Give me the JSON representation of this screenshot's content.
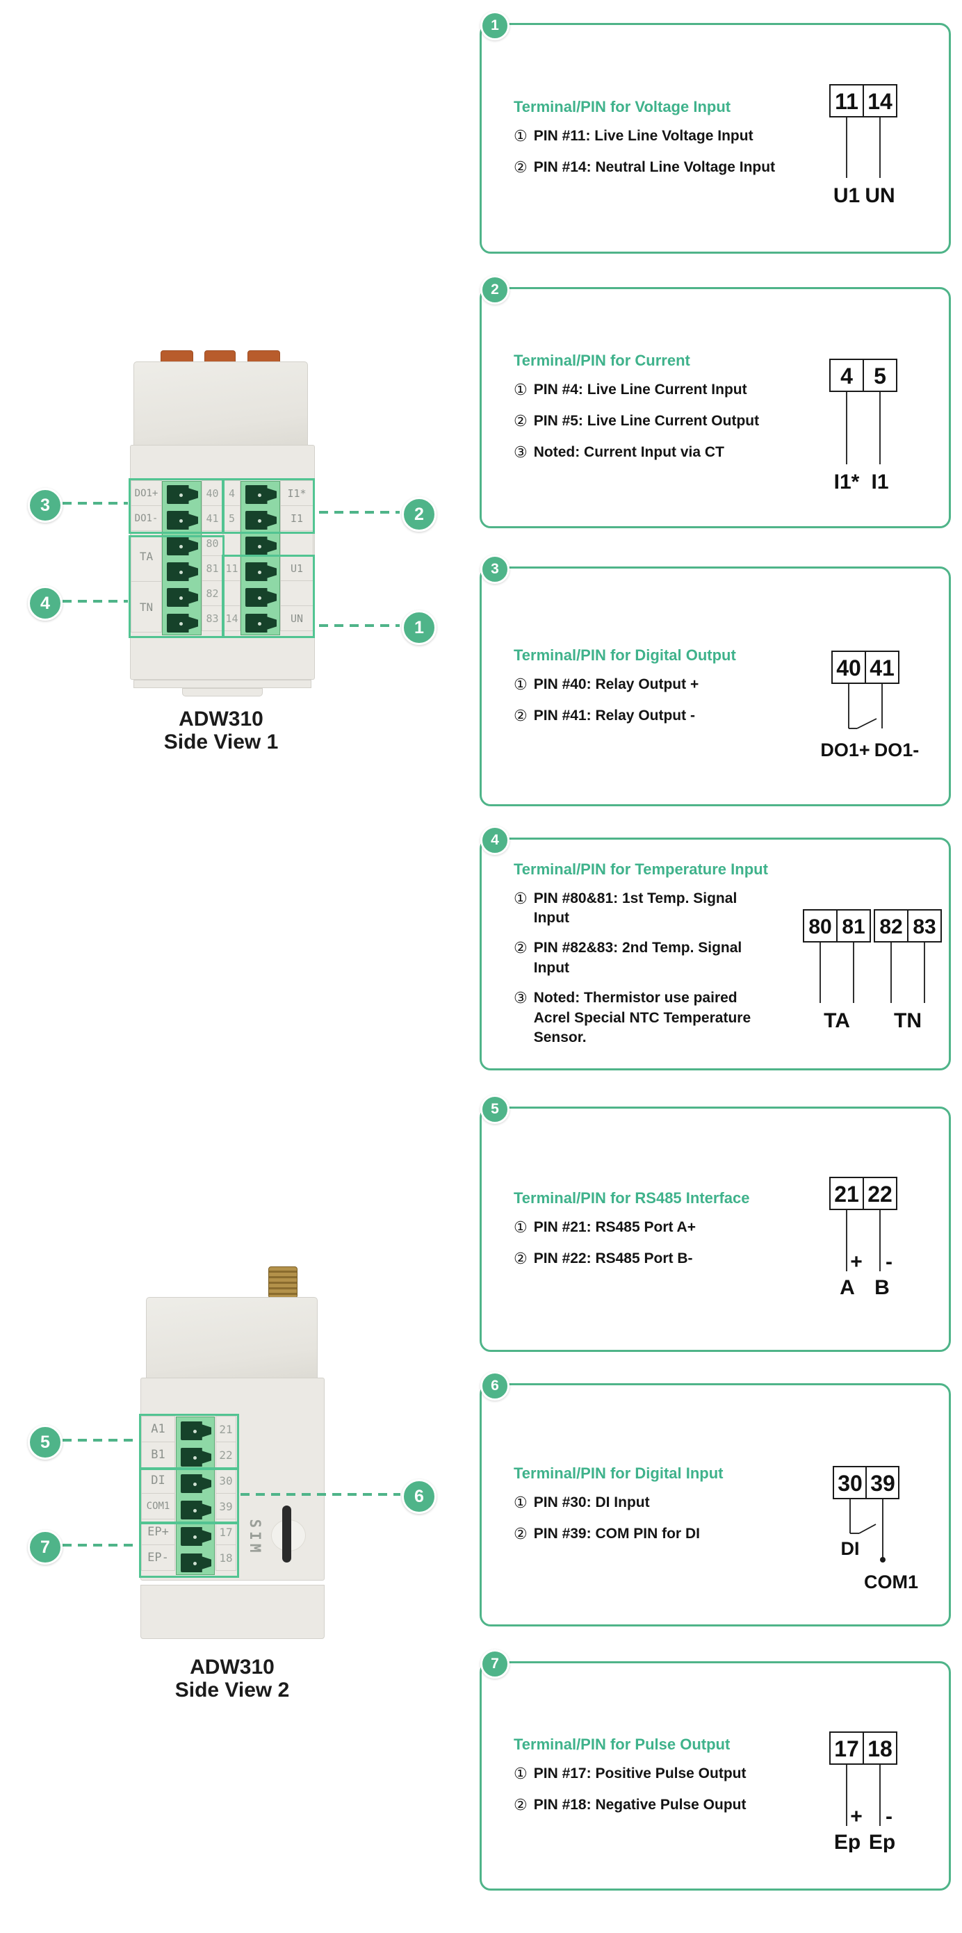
{
  "palette": {
    "accent_green": "#4FB489",
    "title_green": "#3FB28B",
    "highlight_green": "#52C492",
    "strip_green": "#8ED8A6",
    "connector_green": "#16422A",
    "clip_orange": "#B85C2C",
    "antenna_brass": "#A8862F",
    "device_body_gray": "#EBE9E4",
    "panel_text_gray": "#8C918C"
  },
  "devices": {
    "side_view_1": {
      "model": "ADW310",
      "view": "Side View 1",
      "left_labels": [
        "DO1+",
        "DO1-",
        "TA",
        "TN"
      ],
      "left_numbers": [
        "40",
        "41",
        "80",
        "81",
        "82",
        "83"
      ],
      "right_numbers": [
        "4",
        "5",
        "11",
        "14"
      ],
      "right_labels": [
        "I1*",
        "I1",
        "U1",
        "UN"
      ],
      "callouts": [
        "1",
        "2",
        "3",
        "4"
      ]
    },
    "side_view_2": {
      "model": "ADW310",
      "view": "Side View 2",
      "labels": [
        "A1",
        "B1",
        "DI",
        "COM1",
        "EP+",
        "EP-"
      ],
      "numbers": [
        "21",
        "22",
        "30",
        "39",
        "17",
        "18"
      ],
      "sim_label": "SIM",
      "callouts": [
        "5",
        "6",
        "7"
      ]
    }
  },
  "cards": [
    {
      "badge": "1",
      "title": "Terminal/PIN for Voltage Input",
      "items": [
        {
          "marker": "①",
          "text": "PIN #11: Live Line Voltage Input"
        },
        {
          "marker": "②",
          "text": "PIN #14: Neutral Line Voltage Input"
        }
      ],
      "diagram": {
        "type": "two-pin",
        "cells": [
          "11",
          "14"
        ],
        "pin_labels": [
          "U1",
          "UN"
        ]
      }
    },
    {
      "badge": "2",
      "title": "Terminal/PIN for Current",
      "items": [
        {
          "marker": "①",
          "text": "PIN #4: Live Line Current Input"
        },
        {
          "marker": "②",
          "text": "PIN #5: Live Line Current Output"
        },
        {
          "marker": "③",
          "text": "Noted: Current Input via CT"
        }
      ],
      "diagram": {
        "type": "two-pin",
        "cells": [
          "4",
          "5"
        ],
        "pin_labels": [
          "I1*",
          "I1"
        ]
      }
    },
    {
      "badge": "3",
      "title": "Terminal/PIN for Digital Output",
      "items": [
        {
          "marker": "①",
          "text": "PIN #40: Relay Output +"
        },
        {
          "marker": "②",
          "text": "PIN #41: Relay Output -"
        }
      ],
      "diagram": {
        "type": "relay",
        "cells": [
          "40",
          "41"
        ],
        "pin_labels": [
          "DO1+",
          "DO1-"
        ]
      }
    },
    {
      "badge": "4",
      "title": "Terminal/PIN for Temperature Input",
      "items": [
        {
          "marker": "①",
          "text": "PIN #80&81: 1st Temp. Signal Input"
        },
        {
          "marker": "②",
          "text": "PIN #82&83: 2nd Temp. Signal Input"
        },
        {
          "marker": "③",
          "text": "Noted: Thermistor use paired Acrel Special NTC Temperature Sensor."
        }
      ],
      "diagram": {
        "type": "temp-four-pin",
        "cells": [
          "80",
          "81",
          "82",
          "83"
        ],
        "pin_labels": [
          "TA",
          "TN"
        ]
      }
    },
    {
      "badge": "5",
      "title": "Terminal/PIN for RS485 Interface",
      "items": [
        {
          "marker": "①",
          "text": "PIN #21: RS485 Port A+"
        },
        {
          "marker": "②",
          "text": "PIN #22: RS485 Port B-"
        }
      ],
      "diagram": {
        "type": "two-pin-signed",
        "cells": [
          "21",
          "22"
        ],
        "signs": [
          "+",
          "-"
        ],
        "pin_labels": [
          "A",
          "B"
        ]
      }
    },
    {
      "badge": "6",
      "title": "Terminal/PIN for Digital Input",
      "items": [
        {
          "marker": "①",
          "text": "PIN #30: DI Input"
        },
        {
          "marker": "②",
          "text": "PIN #39: COM PIN for DI"
        }
      ],
      "diagram": {
        "type": "switch",
        "cells": [
          "30",
          "39"
        ],
        "pin_labels": [
          "DI",
          "COM1"
        ]
      }
    },
    {
      "badge": "7",
      "title": "Terminal/PIN for Pulse Output",
      "items": [
        {
          "marker": "①",
          "text": "PIN #17: Positive Pulse Output"
        },
        {
          "marker": "②",
          "text": "PIN #18: Negative Pulse Ouput"
        }
      ],
      "diagram": {
        "type": "two-pin-signed",
        "cells": [
          "17",
          "18"
        ],
        "signs": [
          "+",
          "-"
        ],
        "pin_labels": [
          "Ep",
          "Ep"
        ]
      }
    }
  ]
}
